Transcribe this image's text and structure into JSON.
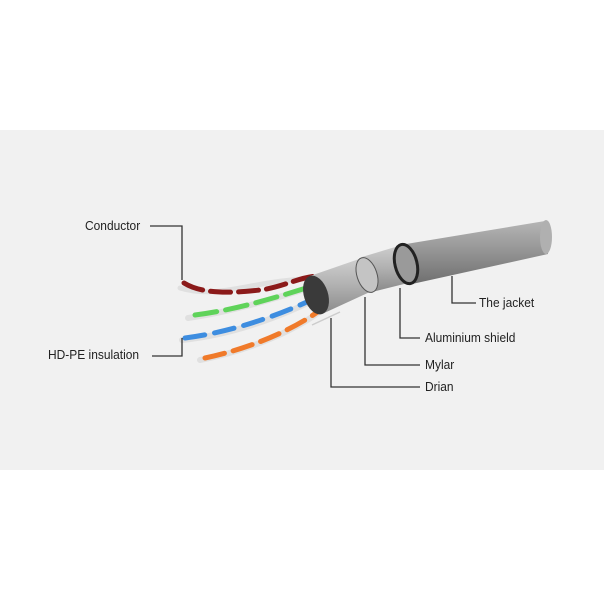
{
  "labels": {
    "conductor": "Conductor",
    "insulation": "HD-PE insulation",
    "jacket": "The jacket",
    "shield": "Aluminium shield",
    "mylar": "Mylar",
    "drain": "Drian"
  },
  "colors": {
    "jacket": "#8e8e8e",
    "shield": "#a9a9a9",
    "mylar": "#b8b8b8",
    "pair_brown": "#8b1a1a",
    "pair_green": "#5fd35a",
    "pair_blue": "#3d8de0",
    "pair_orange": "#f07a2a"
  }
}
